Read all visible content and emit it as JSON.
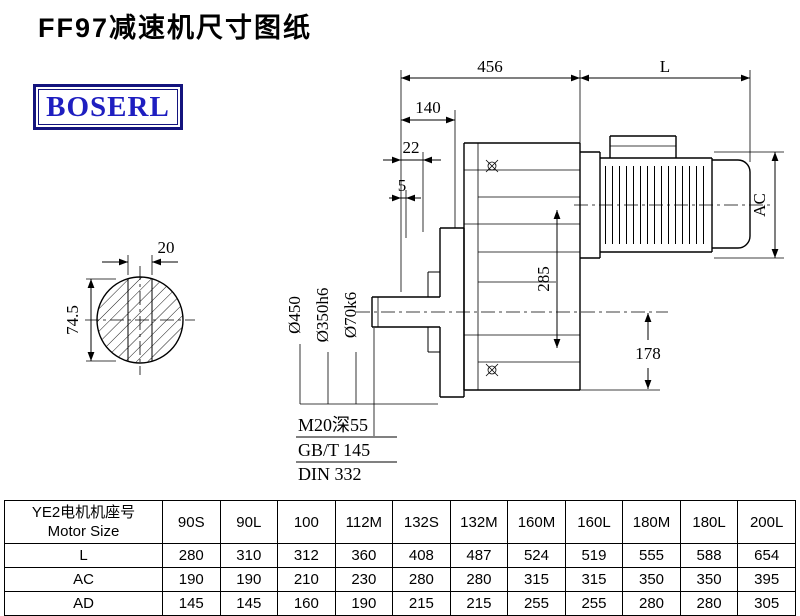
{
  "page": {
    "title": "FF97减速机尺寸图纸"
  },
  "logo": {
    "text": "BOSERL",
    "border_color": "#14147e",
    "text_color": "#1e1ec0"
  },
  "drawing": {
    "dims": {
      "width_456": "456",
      "motor_length": "L",
      "dim_140": "140",
      "dim_22": "22",
      "dim_5": "5",
      "motor_ac": "AC",
      "dim_285": "285",
      "dim_178": "178",
      "flange_dia": "Ø450",
      "spigot_dia": "Ø350h6",
      "shaft_dia": "Ø70k6",
      "key_width": "20",
      "section_dim": "74.5",
      "tap_hole": "M20深55",
      "std_gb": "GB/T 145",
      "std_din": "DIN 332"
    }
  },
  "table": {
    "header_cn": "YE2电机机座号",
    "header_en": "Motor Size",
    "columns": [
      "90S",
      "90L",
      "100",
      "112M",
      "132S",
      "132M",
      "160M",
      "160L",
      "180M",
      "180L",
      "200L"
    ],
    "rows": [
      {
        "label": "L",
        "values": [
          "280",
          "310",
          "312",
          "360",
          "408",
          "487",
          "524",
          "519",
          "555",
          "588",
          "654"
        ]
      },
      {
        "label": "AC",
        "values": [
          "190",
          "190",
          "210",
          "230",
          "280",
          "280",
          "315",
          "315",
          "350",
          "350",
          "395"
        ]
      },
      {
        "label": "AD",
        "values": [
          "145",
          "145",
          "160",
          "190",
          "215",
          "215",
          "255",
          "255",
          "280",
          "280",
          "305"
        ]
      }
    ]
  }
}
